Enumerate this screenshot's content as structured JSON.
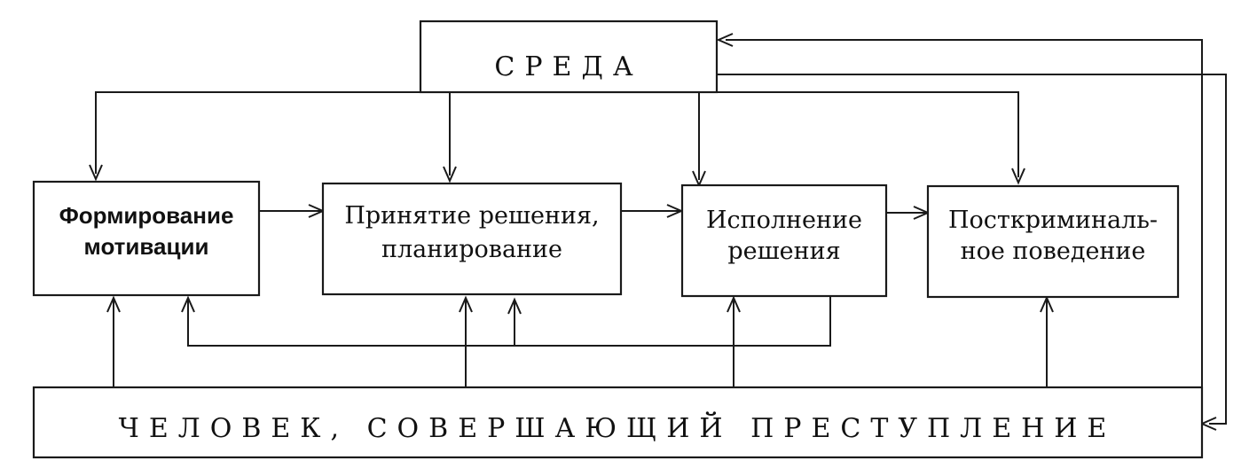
{
  "title_box": {
    "label": "СРЕДА"
  },
  "stages": [
    {
      "id": "motivation",
      "lines": [
        "Формирование",
        "мотивации"
      ]
    },
    {
      "id": "decision",
      "lines": [
        "Принятие решения,",
        "планирование"
      ]
    },
    {
      "id": "execution",
      "lines": [
        "Исполнение",
        "решения"
      ]
    },
    {
      "id": "post",
      "lines": [
        "Посткриминаль-",
        "ное поведение"
      ]
    }
  ],
  "person_box": {
    "label": "ЧЕЛОВЕК, СОВЕРШАЮЩИЙ ПРЕСТУПЛЕНИЕ"
  }
}
